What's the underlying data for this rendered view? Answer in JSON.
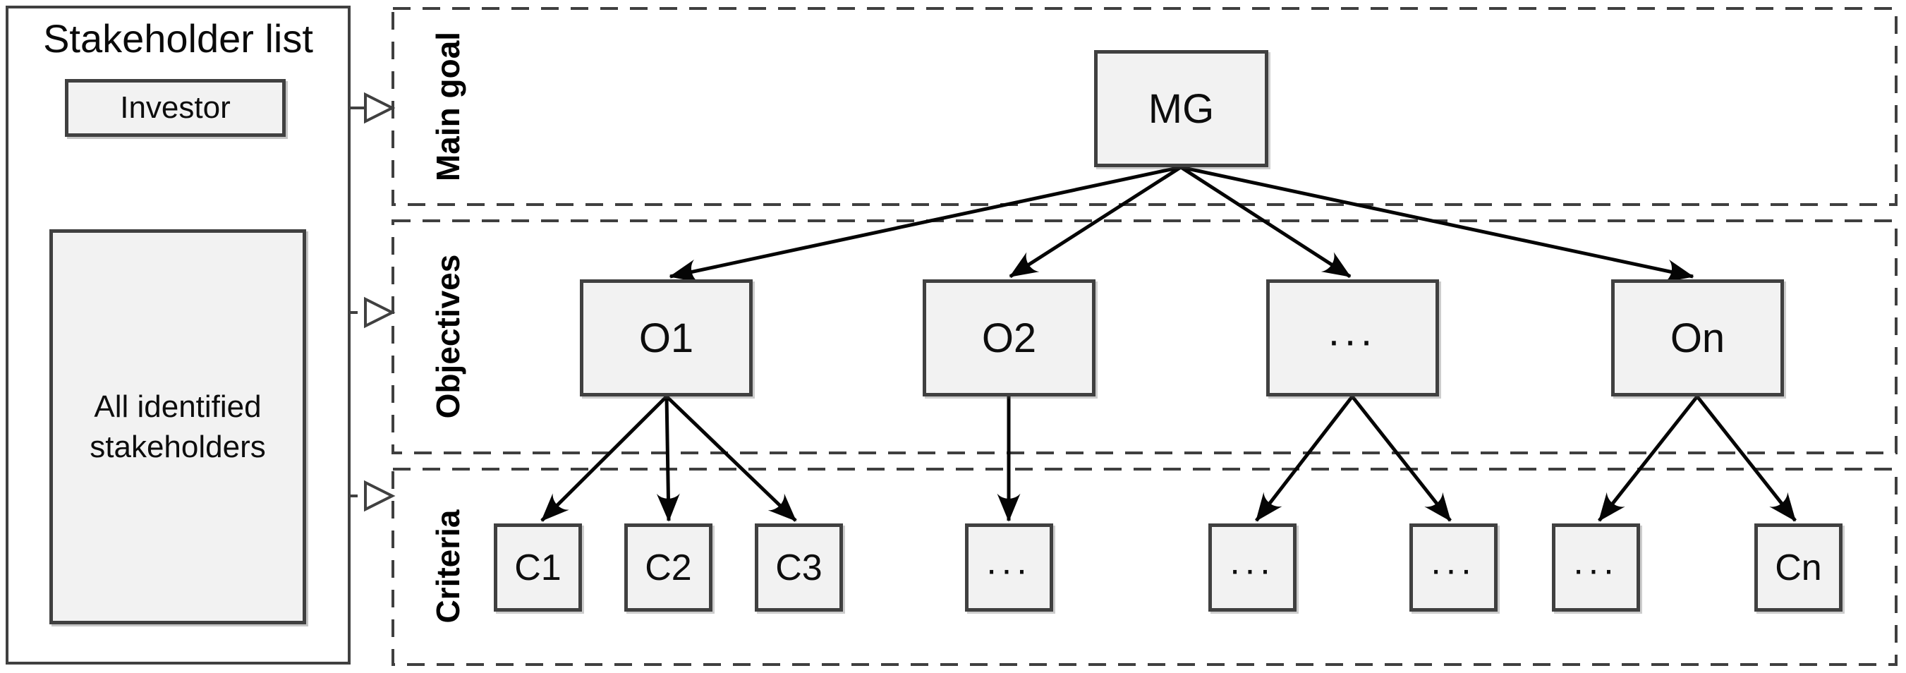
{
  "stakeholder_panel": {
    "title": "Stakeholder list",
    "investor_label": "Investor",
    "all_stakeholders_label": "All identified stakeholders"
  },
  "bands": [
    {
      "id": "main-goal",
      "label": "Main goal"
    },
    {
      "id": "objectives",
      "label": "Objectives"
    },
    {
      "id": "criteria",
      "label": "Criteria"
    }
  ],
  "nodes": {
    "main_goal": {
      "id": "mg",
      "label": "MG"
    },
    "objectives": [
      {
        "id": "o1",
        "label": "O1"
      },
      {
        "id": "o2",
        "label": "O2"
      },
      {
        "id": "o3",
        "label": "..."
      },
      {
        "id": "o4",
        "label": "On"
      }
    ],
    "criteria": [
      {
        "id": "c1",
        "label": "C1"
      },
      {
        "id": "c2",
        "label": "C2"
      },
      {
        "id": "c3",
        "label": "C3"
      },
      {
        "id": "c4",
        "label": "..."
      },
      {
        "id": "c5",
        "label": "..."
      },
      {
        "id": "c6",
        "label": "..."
      },
      {
        "id": "c7",
        "label": "..."
      },
      {
        "id": "c8",
        "label": "Cn"
      }
    ]
  },
  "edges": [
    {
      "from": "mg",
      "to": "o1"
    },
    {
      "from": "mg",
      "to": "o2"
    },
    {
      "from": "mg",
      "to": "o3"
    },
    {
      "from": "mg",
      "to": "o4"
    },
    {
      "from": "o1",
      "to": "c1"
    },
    {
      "from": "o1",
      "to": "c2"
    },
    {
      "from": "o1",
      "to": "c3"
    },
    {
      "from": "o2",
      "to": "c4"
    },
    {
      "from": "o3",
      "to": "c5"
    },
    {
      "from": "o3",
      "to": "c6"
    },
    {
      "from": "o4",
      "to": "c7"
    },
    {
      "from": "o4",
      "to": "c8"
    }
  ],
  "stakeholder_connectors": [
    {
      "from": "investor-box",
      "to": "main-goal-band"
    },
    {
      "from": "all-stakeholders-box",
      "to": "objectives-band"
    },
    {
      "from": "all-stakeholders-box",
      "to": "criteria-band"
    }
  ],
  "colors": {
    "node_fill": "#f2f2f2",
    "node_border": "#404040",
    "dashed_line": "#3f3f3f",
    "arrow": "#050505",
    "text": "#0d0d0d",
    "background": "#ffffff"
  }
}
